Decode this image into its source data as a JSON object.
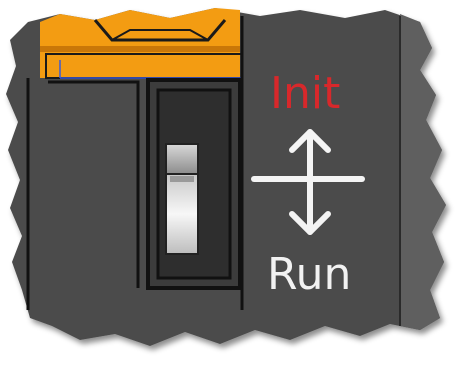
{
  "switch": {
    "positions": [
      {
        "label": "Init",
        "color": "#d8282b"
      },
      {
        "label": "Run",
        "color": "#f2f2f2"
      }
    ],
    "current_position": "Run",
    "current_position_index": 1
  },
  "colors": {
    "panel": "#4c4c4c",
    "side_strip": "#5f5f5f",
    "connector": "#f39c12",
    "connector_dark": "#c97708",
    "slot": "#2e2e2e",
    "outline": "#111111",
    "arrow": "#f4f4f4"
  },
  "icons": [
    "up-down-arrow-icon",
    "switch-knob-icon"
  ]
}
